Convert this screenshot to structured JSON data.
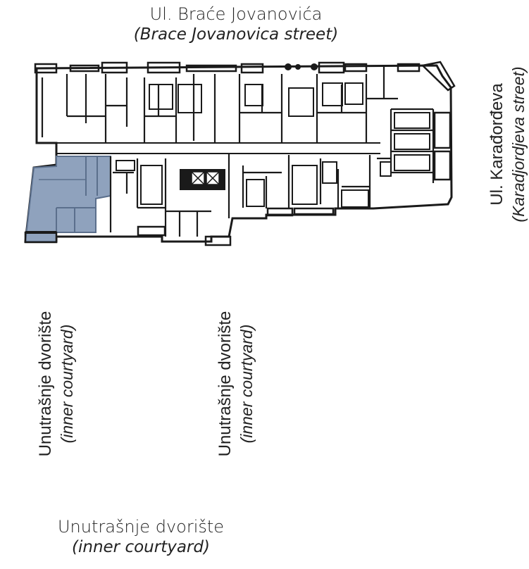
{
  "labels": {
    "top_street": {
      "name": "Ul. Braće Jovanovića",
      "translation": "(Brace Jovanovica street)"
    },
    "right_street": {
      "name": "Ul. Karađorđeva",
      "translation": "(Karadjordjeva street)"
    },
    "courtyard_left": {
      "name": "Unutrašnje dvorište",
      "translation": "(inner courtyard)"
    },
    "courtyard_middle": {
      "name": "Unutrašnje dvorište",
      "translation": "(inner courtyard)"
    },
    "courtyard_bottom": {
      "name": "Unutrašnje dvorište",
      "translation": "(inner courtyard)"
    }
  },
  "colors": {
    "highlight_fill": "#8fa2bd",
    "highlight_stroke": "#5b6f8c",
    "wall": "#1a1a1a",
    "background": "#ffffff"
  }
}
